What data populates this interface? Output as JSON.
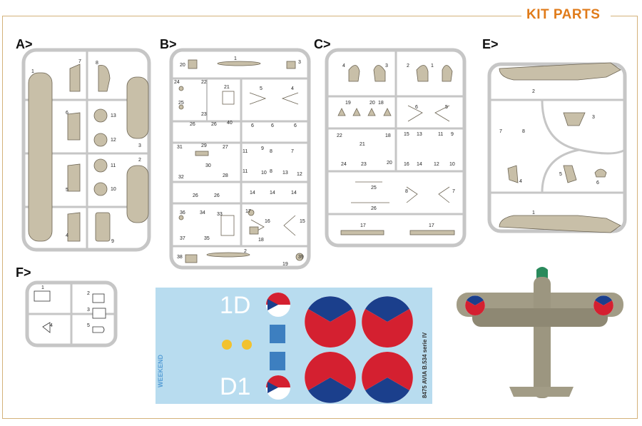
{
  "header": {
    "title": "KIT PARTS"
  },
  "sprues": {
    "A": {
      "label": "A>"
    },
    "B": {
      "label": "B>"
    },
    "C": {
      "label": "C>"
    },
    "E": {
      "label": "E>"
    },
    "F": {
      "label": "F>"
    }
  },
  "decals": {
    "code_top": "1D",
    "code_bottom": "D1",
    "weekend": "WEEKEND",
    "sheet_caption": "8475 AVIA B.534 serie IV"
  },
  "colors": {
    "accent": "#e07b1a",
    "frame": "#d4b27a",
    "part": "#c8bfa8",
    "decal_bg": "#b8dcef",
    "roundel_red": "#d42030",
    "roundel_blue": "#1b3f8c"
  }
}
